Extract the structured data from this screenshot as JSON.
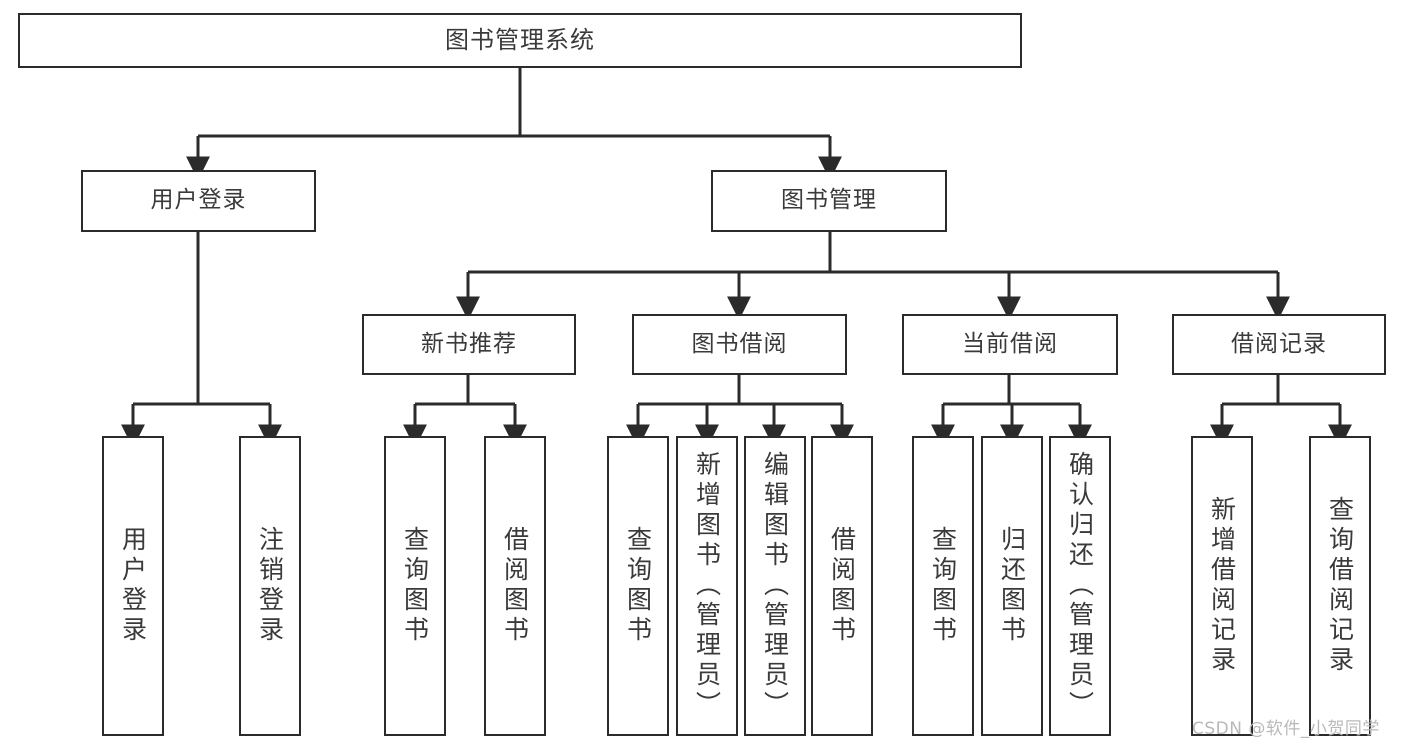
{
  "diagram": {
    "type": "tree-hierarchy",
    "title": "图书管理系统",
    "watermark": "CSDN @软件_小贺同学",
    "colors": {
      "box_border": "#2b2b2b",
      "box_fill": "#ffffff",
      "connector": "#2b2b2b",
      "text": "#3a3a3a",
      "watermark": "#b9b9b9"
    },
    "nodes": {
      "root": "图书管理系统",
      "level2": [
        "用户登录",
        "图书管理"
      ],
      "level3": [
        "新书推荐",
        "图书借阅",
        "当前借阅",
        "借阅记录"
      ],
      "leaves": {
        "user_login": [
          "用户登录",
          "注销登录"
        ],
        "new_book_recommend": [
          "查询图书",
          "借阅图书"
        ],
        "book_borrow": [
          "查询图书",
          "新增图书（管理员）",
          "编辑图书（管理员）",
          "借阅图书"
        ],
        "current_borrow": [
          "查询图书",
          "归还图书",
          "确认归还（管理员）"
        ],
        "borrow_record": [
          "新增借阅记录",
          "查询借阅记录"
        ]
      }
    }
  }
}
